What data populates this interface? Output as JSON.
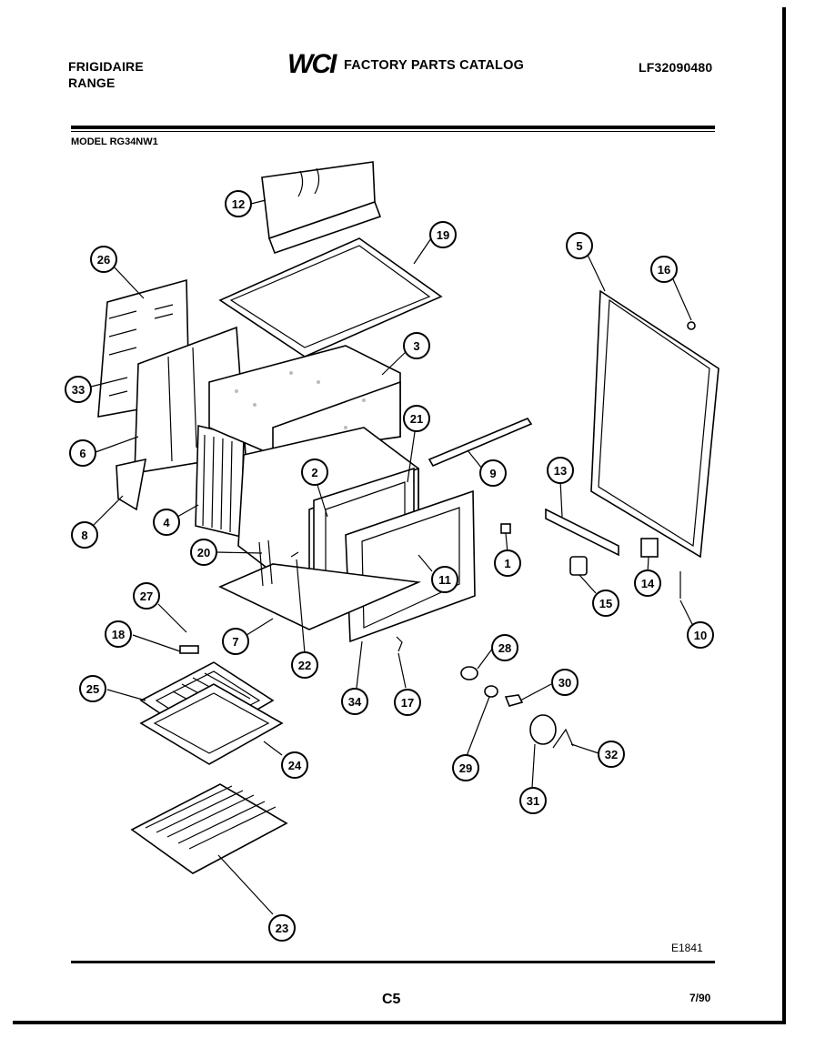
{
  "header": {
    "brand_line1": "FRIGIDAIRE",
    "brand_line2": "RANGE",
    "logo_text": "WCI",
    "catalog_title": "FACTORY PARTS CATALOG",
    "catalog_number": "LF32090480"
  },
  "model": "MODEL RG34NW1",
  "footer": {
    "diagram_code": "E1841",
    "page_code": "C5",
    "date": "7/90"
  },
  "callouts": [
    "12",
    "19",
    "26",
    "5",
    "16",
    "3",
    "33",
    "6",
    "21",
    "9",
    "13",
    "2",
    "8",
    "4",
    "20",
    "1",
    "11",
    "15",
    "14",
    "10",
    "27",
    "18",
    "7",
    "22",
    "25",
    "28",
    "30",
    "34",
    "17",
    "29",
    "32",
    "24",
    "31",
    "23"
  ]
}
